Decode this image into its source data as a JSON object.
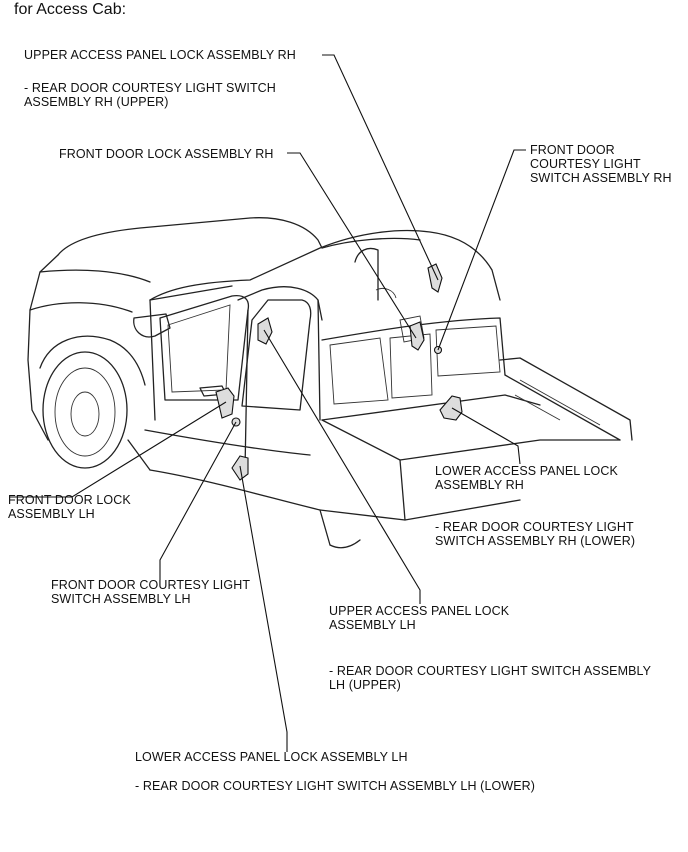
{
  "title": "for Access Cab:",
  "labels": {
    "upper_panel_rh": "UPPER ACCESS PANEL LOCK ASSEMBLY RH",
    "upper_panel_rh_sub1": "- REAR DOOR COURTESY LIGHT SWITCH",
    "upper_panel_rh_sub2": "ASSEMBLY RH (UPPER)",
    "front_lock_rh": "FRONT DOOR LOCK ASSEMBLY RH",
    "front_courtesy_rh_1": "FRONT DOOR",
    "front_courtesy_rh_2": "COURTESY LIGHT",
    "front_courtesy_rh_3": "SWITCH ASSEMBLY RH",
    "lower_panel_rh_1": "LOWER ACCESS PANEL LOCK",
    "lower_panel_rh_2": "ASSEMBLY RH",
    "lower_panel_rh_sub1": "- REAR DOOR COURTESY LIGHT",
    "lower_panel_rh_sub2": "SWITCH ASSEMBLY RH (LOWER)",
    "front_lock_lh_1": "FRONT DOOR LOCK",
    "front_lock_lh_2": "ASSEMBLY LH",
    "front_courtesy_lh_1": "FRONT DOOR COURTESY LIGHT",
    "front_courtesy_lh_2": "SWITCH ASSEMBLY LH",
    "upper_panel_lh_1": "UPPER ACCESS PANEL LOCK",
    "upper_panel_lh_2": "ASSEMBLY LH",
    "upper_panel_lh_sub1": "- REAR DOOR COURTESY LIGHT SWITCH ASSEMBLY",
    "upper_panel_lh_sub2": "LH (UPPER)",
    "lower_panel_lh": "LOWER ACCESS PANEL LOCK ASSEMBLY LH",
    "lower_panel_lh_sub": "- REAR DOOR COURTESY LIGHT SWITCH ASSEMBLY LH (LOWER)"
  }
}
